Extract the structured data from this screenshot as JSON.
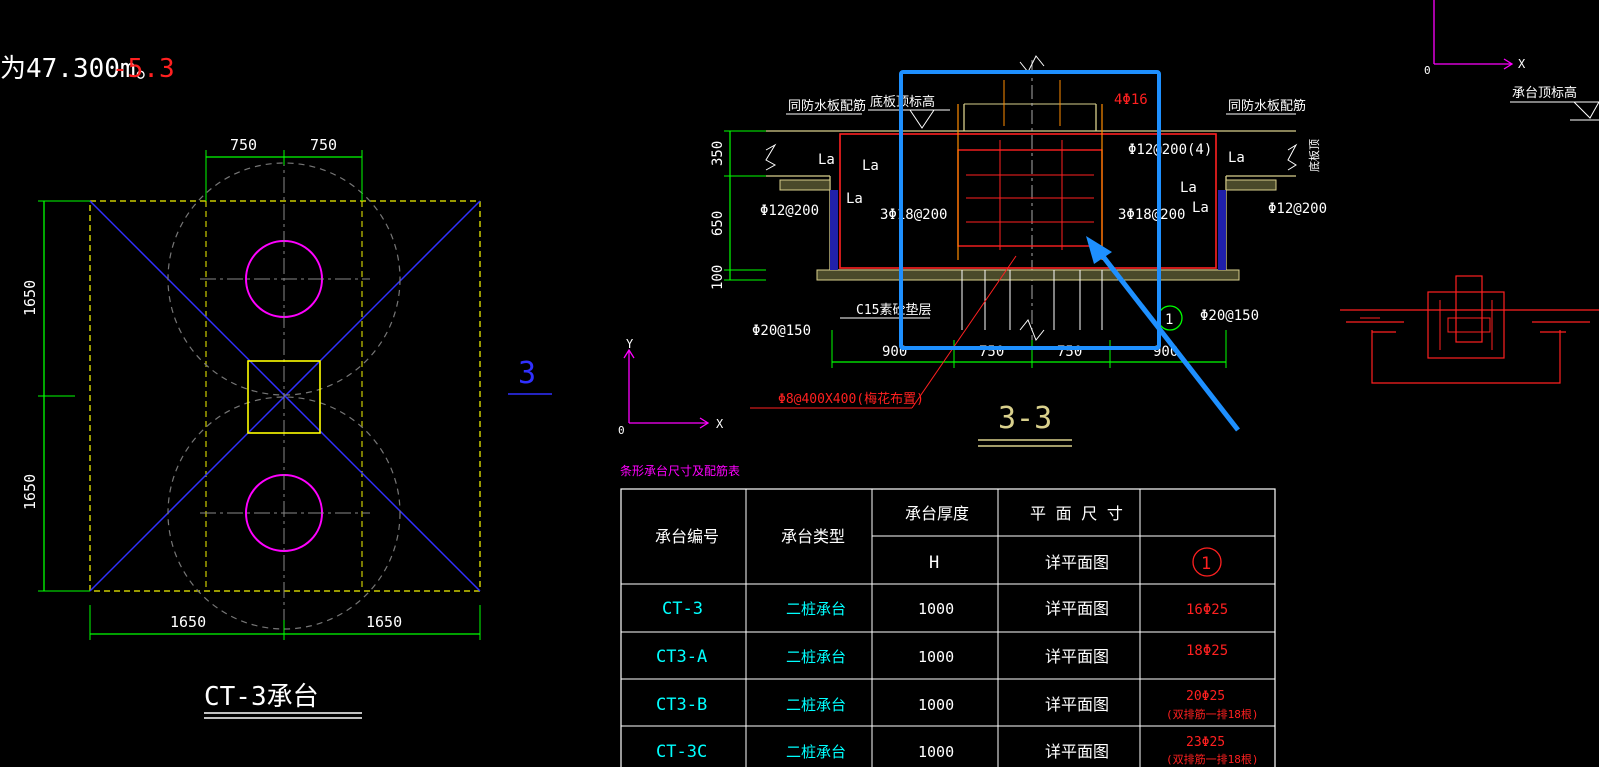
{
  "top_note": {
    "text": "为47.300m。",
    "red": "-5.3"
  },
  "plan": {
    "dims_top": [
      "750",
      "750"
    ],
    "dims_left": [
      "1650",
      "1650"
    ],
    "dims_bottom": [
      "1650",
      "1650"
    ],
    "section_mark": "3",
    "title": "CT-3承台"
  },
  "section": {
    "title": "3-3",
    "labels": {
      "fangshui_left": "同防水板配筋",
      "diban": "底板顶标高",
      "rebar_top": "4Φ16",
      "fangshui_right": "同防水板配筋",
      "diban_right": "底板顶",
      "phi12_200_4": "Φ12@200(4)",
      "phi12_200_left": "Φ12@200",
      "phi12_200_right": "Φ12@200",
      "three_phi18_left": "3Φ18@200",
      "three_phi18_right": "3Φ18@200",
      "la": "La",
      "c15": "C15素砼垫层",
      "phi20_150_left": "Φ20@150",
      "phi20_150_right": "Φ20@150",
      "phi8": "Φ8@400X400(梅花布置)",
      "circle_1": "1"
    },
    "dims_left": [
      "350",
      "650",
      "100"
    ],
    "dims_bottom": [
      "900",
      "750",
      "750",
      "900"
    ]
  },
  "axes": {
    "y": "Y",
    "x": "X",
    "origin": "0"
  },
  "top_right": {
    "label": "承台顶标高",
    "x": "X",
    "origin": "0"
  },
  "table": {
    "caption": "条形承台尺寸及配筋表",
    "headers": {
      "col1": "承台编号",
      "col2": "承台类型",
      "col3": "承台厚度",
      "col3_sub": "H",
      "col4": "平 面 尺 寸",
      "col4_sub": "详平面图",
      "col5_sub": "1"
    },
    "rows": [
      {
        "id": "CT-3",
        "type": "二桩承台",
        "h": "1000",
        "plan": "详平面图",
        "rebar": "16Φ25",
        "rebar_note": ""
      },
      {
        "id": "CT3-A",
        "type": "二桩承台",
        "h": "1000",
        "plan": "详平面图",
        "rebar": "18Φ25",
        "rebar_note": ""
      },
      {
        "id": "CT3-B",
        "type": "二桩承台",
        "h": "1000",
        "plan": "详平面图",
        "rebar": "20Φ25",
        "rebar_note": "(双排筋一排18根)"
      },
      {
        "id": "CT-3C",
        "type": "二桩承台",
        "h": "1000",
        "plan": "详平面图",
        "rebar": "23Φ25",
        "rebar_note": "(双排筋一排18根)"
      }
    ]
  },
  "colors": {
    "green": "#00ff00",
    "cyan": "#00ffff",
    "red": "#ff2020",
    "yellow": "#ffff00",
    "magenta": "#ff00ff",
    "blue": "#3030ff",
    "white": "#ffffff",
    "gray": "#8a8a8a",
    "orange": "#ff8c00",
    "highlight": "#1e90ff",
    "beige": "#d9d08c"
  }
}
